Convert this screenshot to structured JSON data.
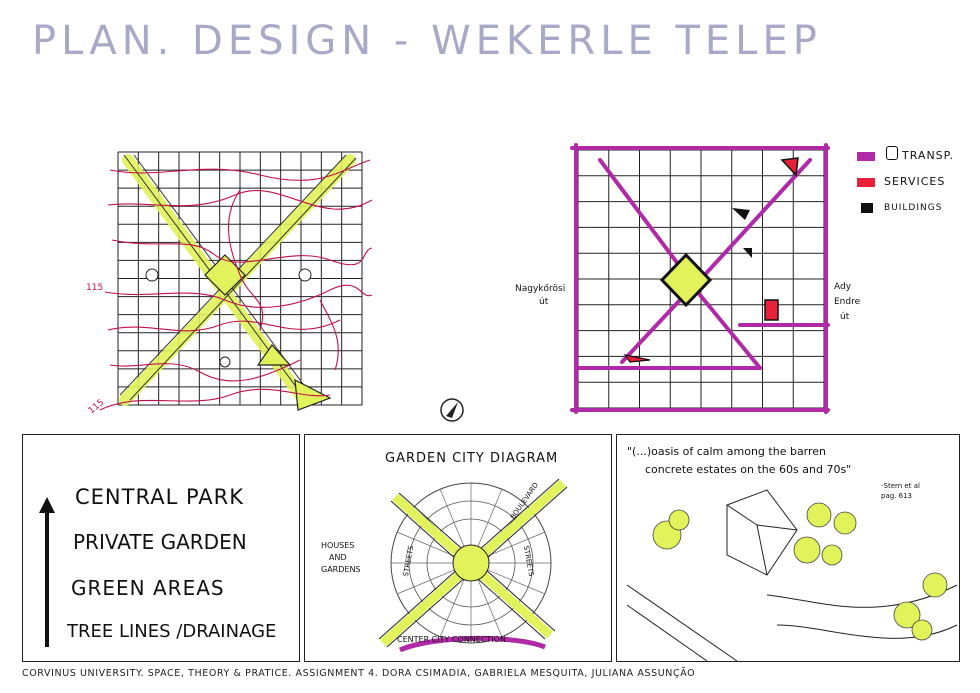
{
  "title": "PLAN. DESIGN - WEKERLE TELEP",
  "map_left": {
    "contour_labels": [
      "115",
      "115"
    ]
  },
  "map_right": {
    "street_left": [
      "Nagykőrösi",
      "út"
    ],
    "street_right": [
      "Ady",
      "Endre",
      "út"
    ],
    "legend": [
      {
        "label": "TRANSP.",
        "color": "#b02aa8",
        "icon": "bus-icon"
      },
      {
        "label": "SERVICES",
        "color": "#e8203a",
        "icon": "service-swatch-icon"
      },
      {
        "label": "BUILDINGS",
        "color": "#111111",
        "icon": "building-icon"
      }
    ]
  },
  "panel_hierarchy": {
    "items": [
      "CENTRAL PARK",
      "PRIVATE GARDEN",
      "GREEN AREAS",
      "TREE LINES /DRAINAGE"
    ]
  },
  "panel_diagram": {
    "title": "GARDEN CITY DIAGRAM",
    "boulevard": "BOULEVARD",
    "streets": [
      "STREETS",
      "STREETS"
    ],
    "houses": [
      "HOUSES",
      "AND",
      "GARDENS"
    ],
    "connection": "CENTER CITY CONNECTION"
  },
  "panel_quote": {
    "quote_line1": "\"(...)oasis of calm among the barren",
    "quote_line2": "concrete estates on the 60s and 70s\"",
    "citation_line1": "-Stern et al",
    "citation_line2": "pag. 613"
  },
  "footer": "CORVINUS UNIVERSITY. SPACE, THEORY & PRATICE. ASSIGNMENT 4. DORA CSIMADIA, GABRIELA MESQUITA, JULIANA ASSUNÇÃO",
  "colors": {
    "accent_yellow": "#e2f25a",
    "transport_purple": "#b02aa8",
    "service_red": "#e8203a",
    "contour_red": "#c0104a",
    "title_grey": "#a8a8c8"
  }
}
